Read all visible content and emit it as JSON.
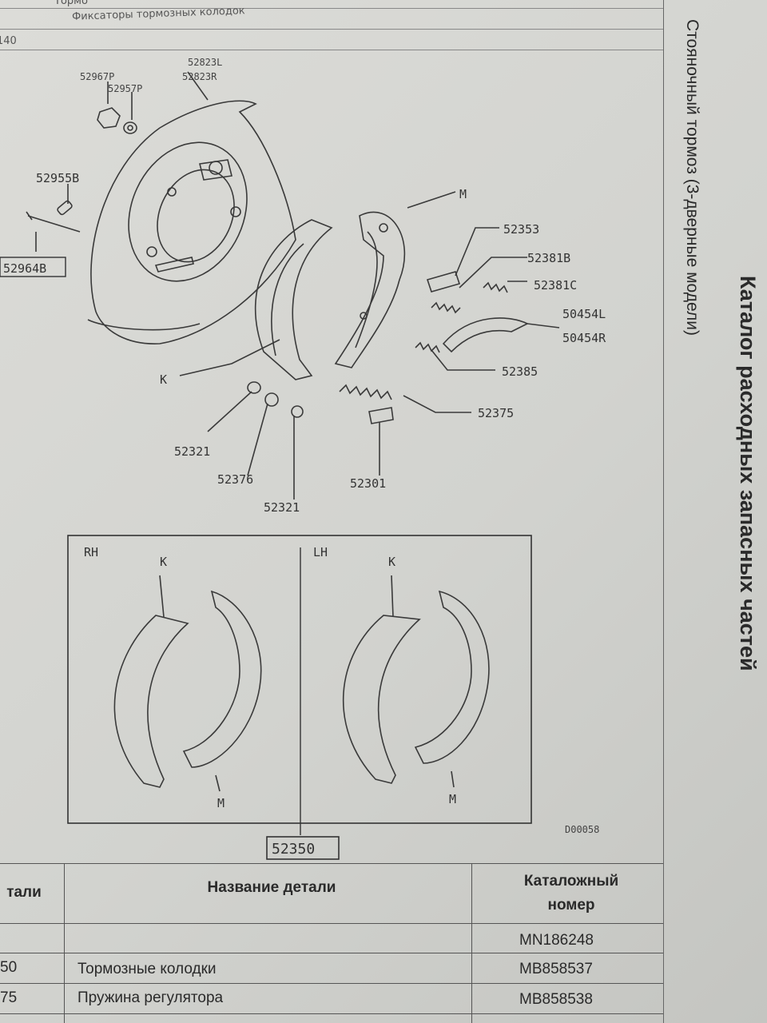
{
  "header_row": {
    "code_partial": "140",
    "desc_1": "Фиксаторы тормозных колодок",
    "desc_2": "Тормо"
  },
  "page_title": {
    "main": "Каталог расходных запасных частей",
    "sub": "Стояночный тормоз (3-дверные модели)"
  },
  "diagram": {
    "callouts": {
      "p52967P": "52967P",
      "p52957P": "52957P",
      "p52823L": "52823L",
      "p52823R": "52823R",
      "p52955B": "52955B",
      "p52964B": "52964B",
      "M": "M",
      "p52353": "52353",
      "p52381B": "52381B",
      "p52381C": "52381C",
      "p50454L": "50454L",
      "p50454R": "50454R",
      "K": "K",
      "p52385": "52385",
      "p52375": "52375",
      "p52321a": "52321",
      "p52376": "52376",
      "p52301": "52301",
      "p52321b": "52321"
    },
    "inset": {
      "rh": "RH",
      "lh": "LH",
      "k": "K",
      "m": "M",
      "assembly": "52350",
      "drawing_no": "D00058"
    }
  },
  "table": {
    "headers": {
      "part_no_partial": "тали",
      "name": "Название детали",
      "catalog_line1": "Каталожный",
      "catalog_line2": "номер"
    },
    "rows": [
      {
        "code": "",
        "name": "",
        "catalog": "MN186248"
      },
      {
        "code": "50",
        "name": "Тормозные колодки",
        "catalog": "MB858537"
      },
      {
        "code": "75",
        "name": "Пружина регулятора",
        "catalog": "MB858538"
      }
    ]
  }
}
